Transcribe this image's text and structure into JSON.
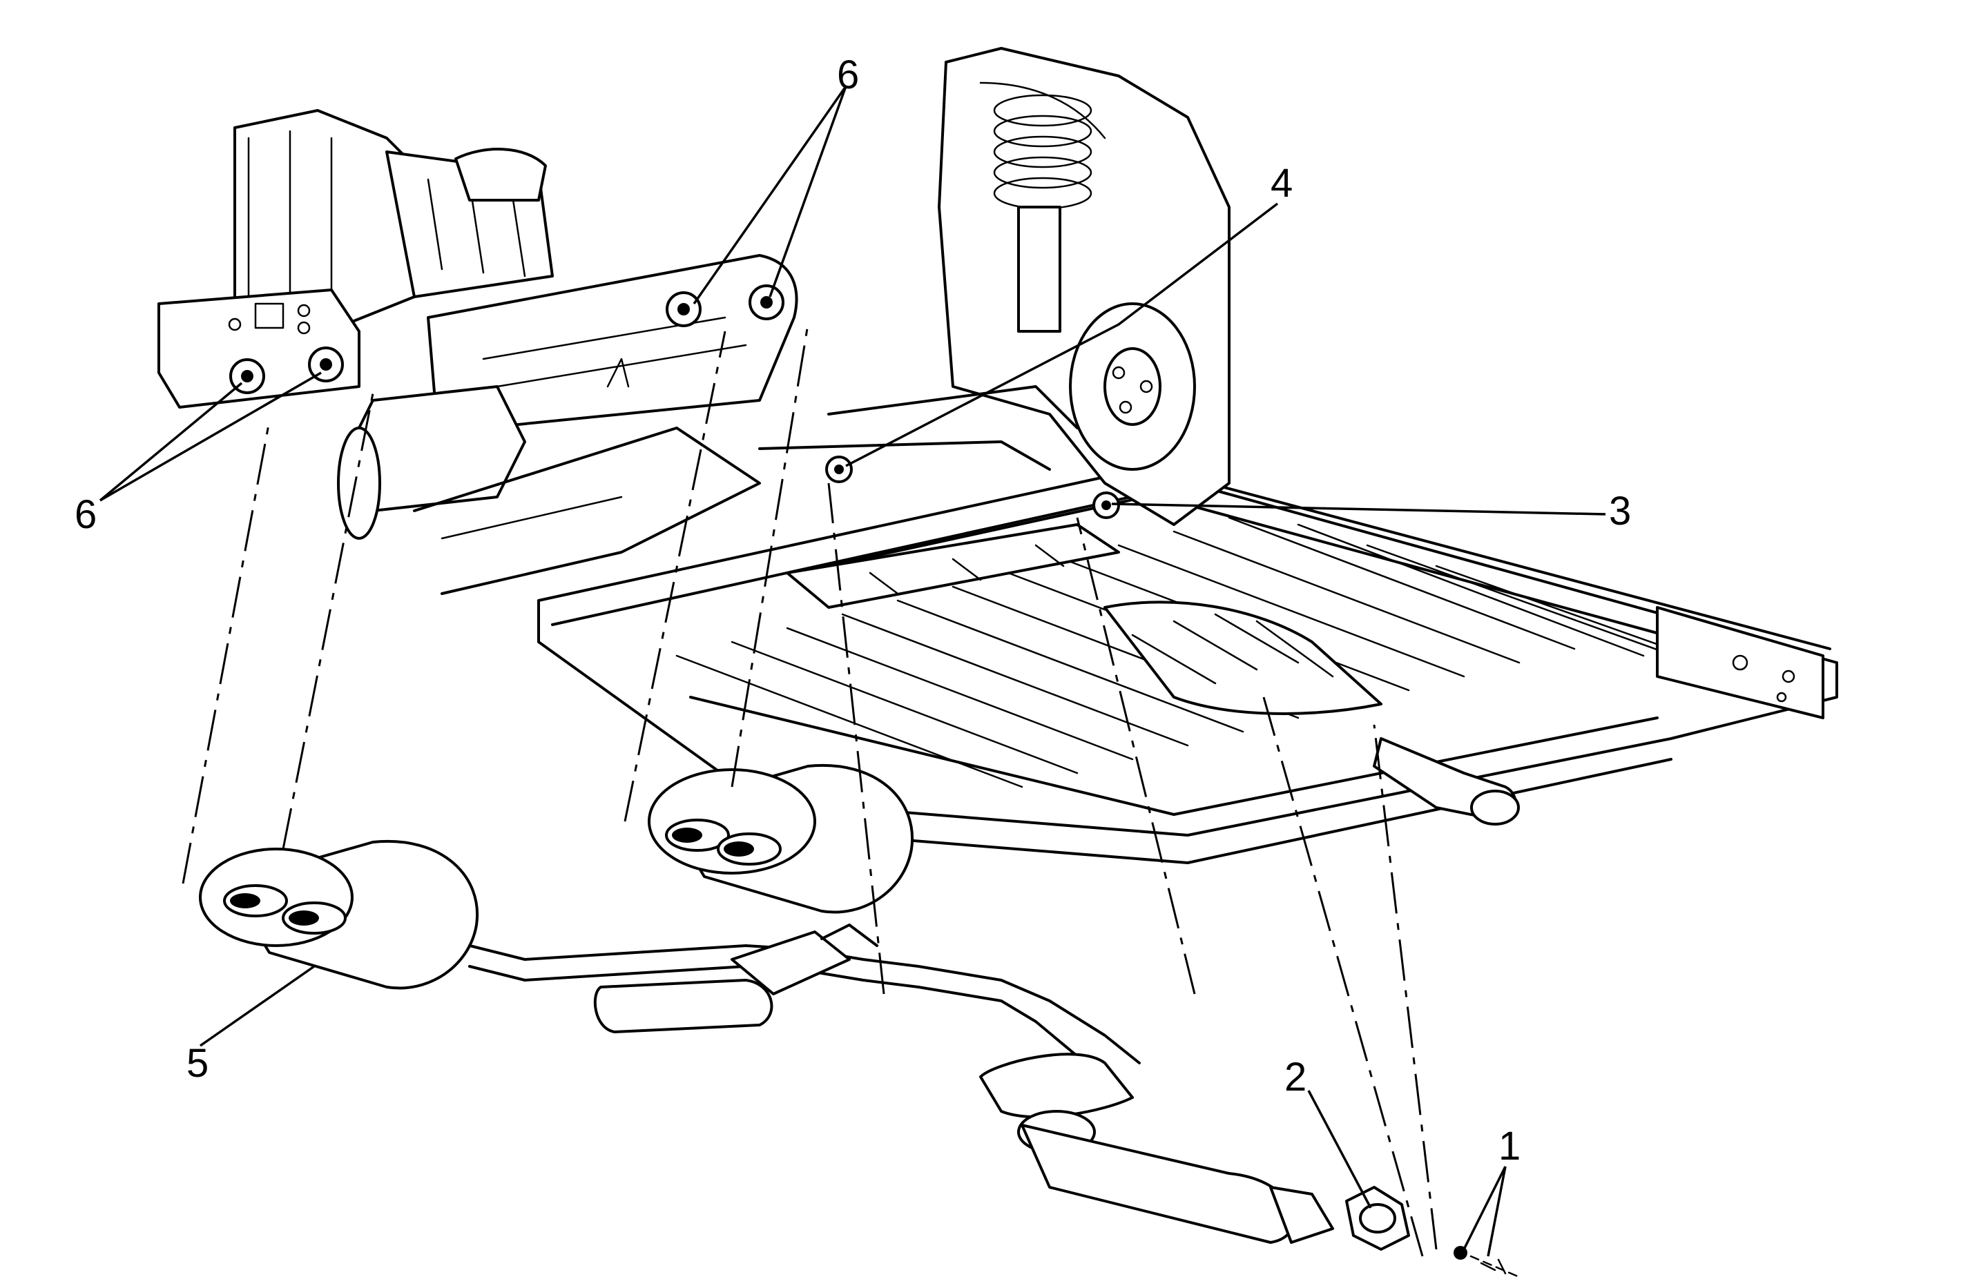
{
  "callouts": {
    "c1": "1",
    "c2": "2",
    "c3": "3",
    "c4": "4",
    "c5": "5",
    "c6_top": "6",
    "c6_left": "6"
  },
  "colors": {
    "line": "#000000",
    "background": "#ffffff"
  }
}
